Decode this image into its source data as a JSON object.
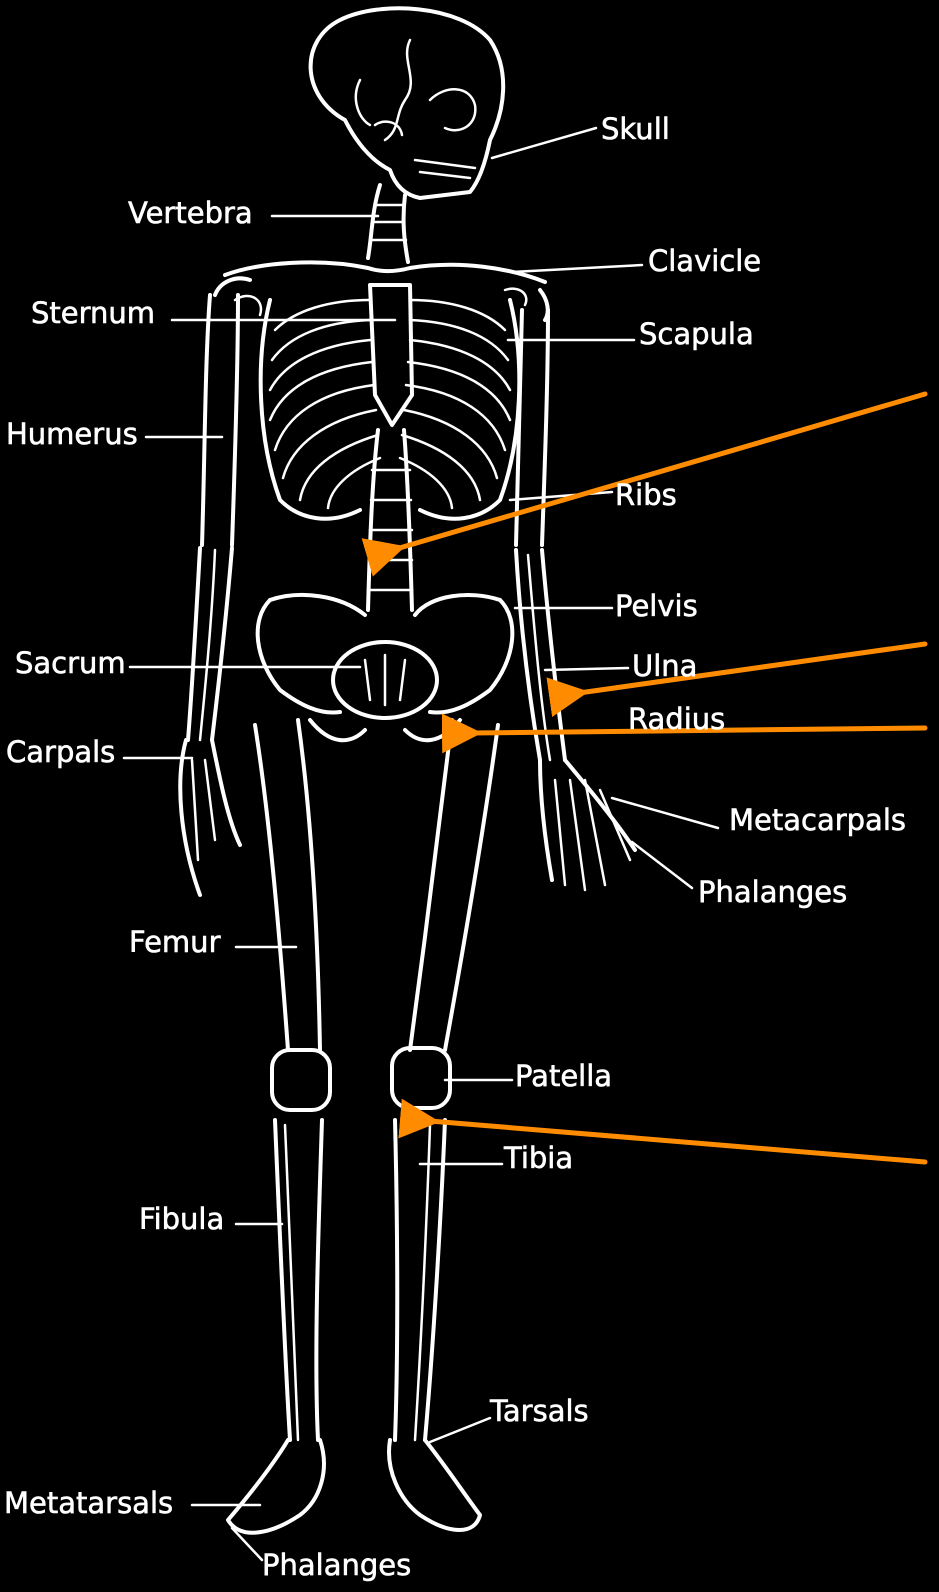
{
  "labels": {
    "skull": "Skull",
    "vertebra": "Vertebra",
    "clavicle": "Clavicle",
    "sternum": "Sternum",
    "scapula": "Scapula",
    "humerus": "Humerus",
    "ribs": "Ribs",
    "pelvis": "Pelvis",
    "sacrum": "Sacrum",
    "ulna": "Ulna",
    "radius": "Radius",
    "carpals": "Carpals",
    "metacarpals": "Metacarpals",
    "phalanges_hand": "Phalanges",
    "femur": "Femur",
    "patella": "Patella",
    "tibia": "Tibia",
    "fibula": "Fibula",
    "tarsals": "Tarsals",
    "metatarsals": "Metatarsals",
    "phalanges_foot": "Phalanges"
  },
  "colors": {
    "background": "#000000",
    "bone": "#ffffff",
    "arrow": "#ff8c00"
  }
}
